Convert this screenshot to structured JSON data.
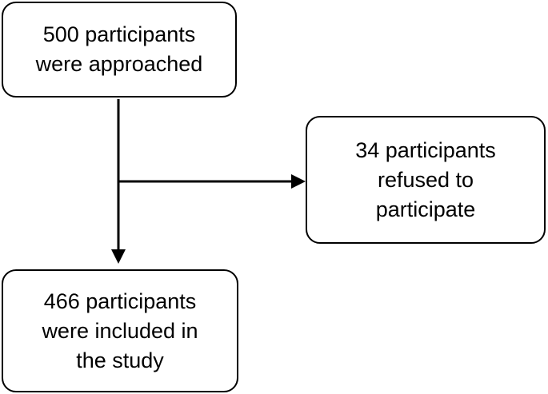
{
  "flowchart": {
    "approached": {
      "lines": [
        "500 participants",
        "were approached"
      ]
    },
    "refused": {
      "lines": [
        "34 participants",
        "refused to",
        "participate"
      ]
    },
    "included": {
      "lines": [
        "466 participants",
        "were included in",
        "the study"
      ]
    }
  },
  "colors": {
    "stroke": "#000000",
    "background": "#ffffff"
  }
}
